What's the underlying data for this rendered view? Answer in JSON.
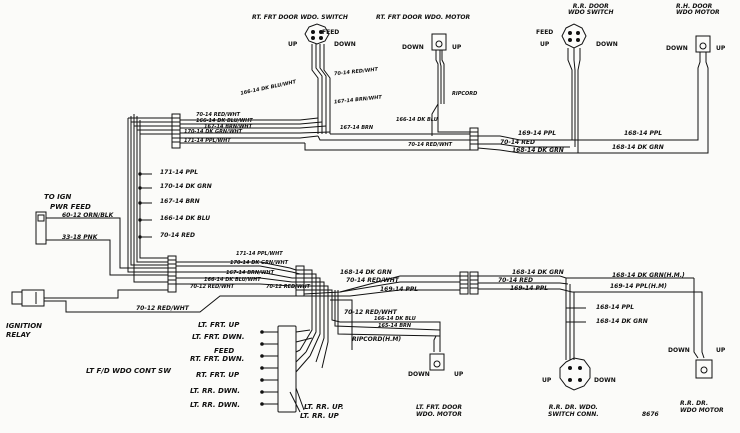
{
  "titles": {
    "rf_door_switch": "RT. FRT DOOR WDO. SWITCH",
    "rf_door_motor": "RT. FRT DOOR WDO. MOTOR",
    "rr_door_switch_top": "R.R. DOOR\nWDO SWITCH",
    "rh_door_motor_top": "R.H. DOOR\nWDO MOTOR",
    "to_ign": "TO IGN",
    "pwr_feed": "PWR FEED",
    "ignition_relay": "IGNITION\nRELAY",
    "lt_fd_switch": "LT F/D WDO CONT SW",
    "lf_door_motor": "LT. FRT. DOOR\nWDO. MOTOR",
    "rr_switch_bottom": "R.R. DR. WDO.\nSWITCH CONN.",
    "rr_motor_bottom": "R.R. DR.\nWDO MOTOR",
    "figure_number": "8676"
  },
  "terminal_labels": {
    "feed": "FEED",
    "up": "UP",
    "down": "DOWN",
    "ripcord": "RIPCORD",
    "ripcord_hm": "RIPCORD(H.M)"
  },
  "rf_switch_wires": [
    "166-14 DK BLU/WHT",
    "167-14 BRN/WHT",
    "70-14 RED/WHT"
  ],
  "rf_harness_wires": [
    "70-14 RED/WHT",
    "166-14 DK BLU/WHT",
    "167-14 BRN/WHT",
    "170-14 DK GRN/WHT",
    "171-14 PPL/WHT"
  ],
  "rf_motor_wires": [
    "167-14 BRN",
    "166-14 DK BLU",
    "70-14 RED/WHT"
  ],
  "rr_top_wires": [
    "169-14 PPL",
    "70-14 RED",
    "168-14 DK GRN"
  ],
  "rh_motor_top_wires": [
    "168-14 PPL",
    "168-14 DK GRN"
  ],
  "main_trunk_wires": [
    "171-14 PPL",
    "170-14 DK GRN",
    "167-14 BRN",
    "166-14 DK BLU",
    "70-14 RED"
  ],
  "ign_wires": [
    "60-12 ORN/BLK",
    "33-18 PNK"
  ],
  "lower_harness_wires": [
    "171-14 PPL/WHT",
    "170-14 DK GRN/WHT",
    "167-14 BRN/WHT",
    "166-14 DK BLU/WHT",
    "70-12 RED/WHT",
    "70-12 RED/WHT"
  ],
  "relay_wire": "70-12 RED/WHT",
  "lower_rr_wires": [
    "168-14 DK GRN",
    "70-14 RED/WHT",
    "169-14 PPL"
  ],
  "rr_conn_wires": [
    "168-14 DK GRN",
    "70-14 RED",
    "169-14 PPL"
  ],
  "rr_motor_wires": [
    "168-14 DK GRN(H.M.)",
    "169-14 PPL(H.M)"
  ],
  "rr_switch_wires": [
    "168-14 PPL",
    "168-14 DK GRN"
  ],
  "lf_motor_wires": [
    "70-12 RED/WHT",
    "166-14 DK BLU",
    "165-14 BRN"
  ],
  "lt_switch_terms": [
    "LT. FRT. UP",
    "LT. FRT. DWN.",
    "FEED",
    "RT. FRT. DWN.",
    "RT. FRT. UP",
    "LT. RR. DWN.",
    "LT. RR. DWN.",
    "LT. RR. UP.",
    "LT. RR. UP"
  ],
  "colors": {
    "ink": "#111111",
    "paper": "#fbfbf9"
  }
}
